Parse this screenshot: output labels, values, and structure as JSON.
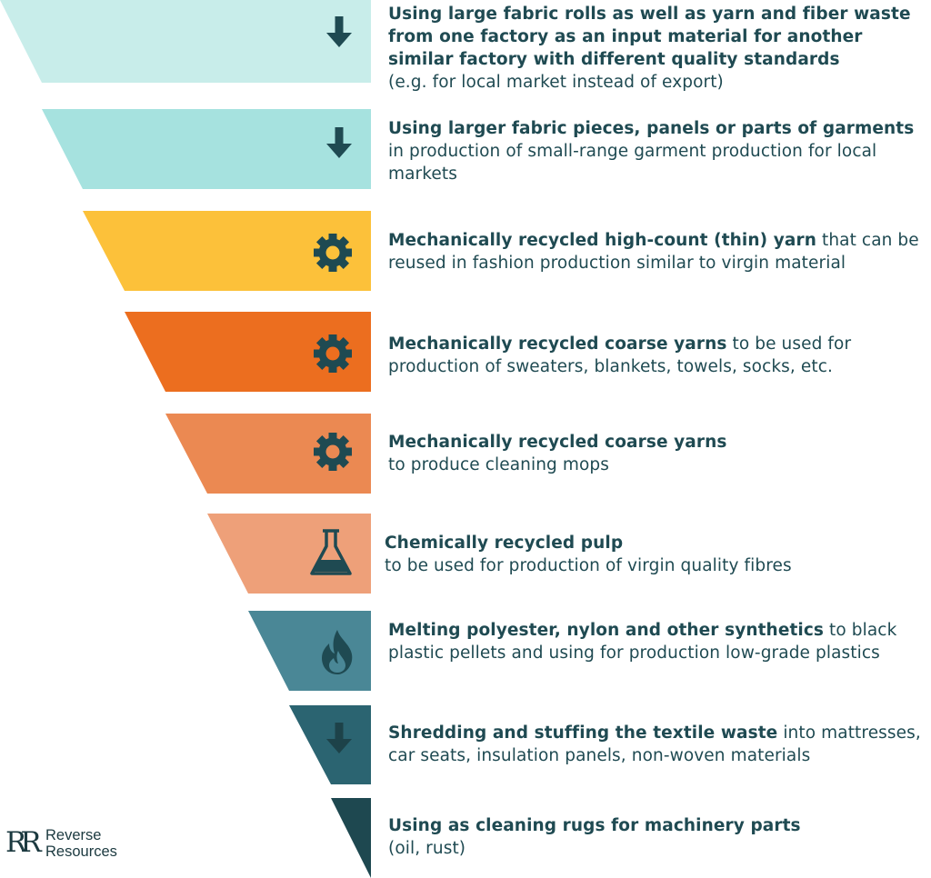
{
  "colors": {
    "text": "#1f4a52",
    "icon": "#1f4a52",
    "tiers": [
      "#c8edea",
      "#a6e2df",
      "#fcc13a",
      "#ec6e1f",
      "#eb8952",
      "#eea079",
      "#4a8796",
      "#2b6471",
      "#1e4850"
    ]
  },
  "tiers": [
    {
      "icon": "arrow-down-icon",
      "bold": "Using large fabric rolls as well as yarn and fiber waste from one factory as an input material for another similar factory with different quality standards",
      "text": "(e.g. for local market instead of export)"
    },
    {
      "icon": "arrow-down-icon",
      "bold": "Using larger fabric pieces, panels or parts of garments",
      "text": "in production of small-range garment production for local markets"
    },
    {
      "icon": "gear-icon",
      "bold": "Mechanically recycled high-count (thin) yarn",
      "text": "that can be reused in fashion production similar to virgin material"
    },
    {
      "icon": "gear-icon",
      "bold": "Mechanically recycled coarse yarns",
      "text": "to be used for production of sweaters, blankets, towels, socks, etc."
    },
    {
      "icon": "gear-icon",
      "bold": "Mechanically recycled coarse yarns",
      "text": "to produce cleaning mops"
    },
    {
      "icon": "flask-icon",
      "bold": "Chemically recycled pulp",
      "text": "to be used for production of virgin quality fibres"
    },
    {
      "icon": "flame-icon",
      "bold": "Melting polyester, nylon and other synthetics",
      "text": "to black plastic pellets and using for production low-grade plastics"
    },
    {
      "icon": "arrow-down-icon",
      "bold": "Shredding and stuffing the textile waste",
      "text": "into mattresses, car seats, insulation panels, non-woven materials"
    },
    {
      "icon": "",
      "bold": "Using as cleaning rugs for machinery parts",
      "text": "(oil, rust)"
    }
  ],
  "logo": {
    "mark": "RR",
    "line1": "Reverse",
    "line2": "Resources"
  }
}
